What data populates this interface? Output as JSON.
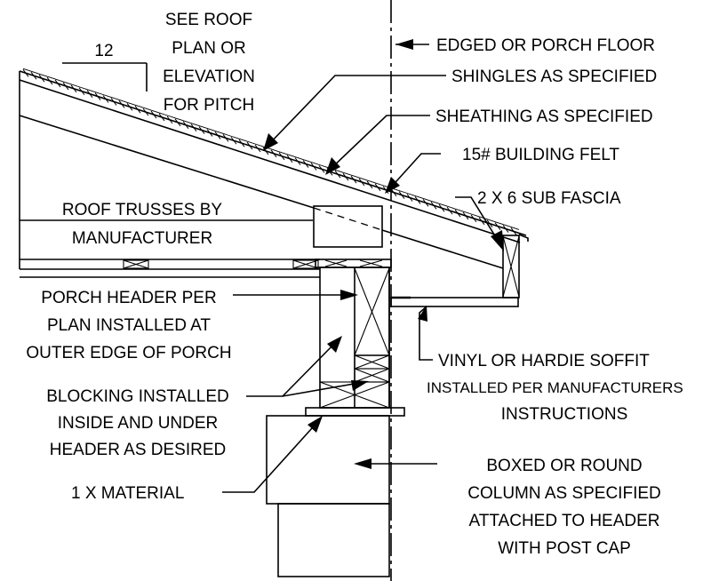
{
  "pitch": {
    "run": "12",
    "note": [
      "SEE ROOF",
      "PLAN OR",
      "ELEVATION",
      "FOR PITCH"
    ]
  },
  "callouts": {
    "edge": "EDGED OR PORCH FLOOR",
    "shingles": "SHINGLES AS SPECIFIED",
    "sheathing": "SHEATHING AS SPECIFIED",
    "felt": "15# BUILDING FELT",
    "fascia": "2 X 6 SUB FASCIA",
    "trusses": [
      "ROOF TRUSSES BY",
      "MANUFACTURER"
    ],
    "header": [
      "PORCH HEADER PER",
      "PLAN INSTALLED AT",
      "OUTER EDGE OF PORCH"
    ],
    "soffit": [
      "VINYL OR HARDIE SOFFIT",
      "INSTALLED PER MANUFACTURERS",
      "INSTRUCTIONS"
    ],
    "blocking": [
      "BLOCKING INSTALLED",
      "INSIDE AND UNDER",
      "HEADER AS DESIRED"
    ],
    "material": "1 X MATERIAL",
    "column": [
      "BOXED OR ROUND",
      "COLUMN AS SPECIFIED",
      "ATTACHED TO HEADER",
      "WITH POST CAP"
    ]
  }
}
